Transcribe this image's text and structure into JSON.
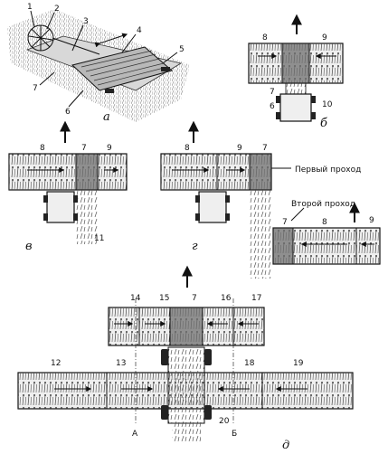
{
  "diagram": {
    "subfigures": [
      "а",
      "б",
      "в",
      "г",
      "д"
    ],
    "numbers_a": [
      "1",
      "2",
      "3",
      "4",
      "5",
      "6",
      "7"
    ],
    "numbers_b": [
      "8",
      "9",
      "7",
      "6",
      "10"
    ],
    "numbers_v": [
      "8",
      "7",
      "9",
      "11"
    ],
    "numbers_g": [
      "8",
      "9",
      "7",
      "7",
      "8",
      "9"
    ],
    "numbers_d": [
      "14",
      "15",
      "7",
      "16",
      "17",
      "12",
      "13",
      "18",
      "19",
      "20"
    ],
    "pass_labels": [
      "Первый проход",
      "Второй проход"
    ],
    "axis_labels": [
      "А",
      "Б"
    ]
  }
}
